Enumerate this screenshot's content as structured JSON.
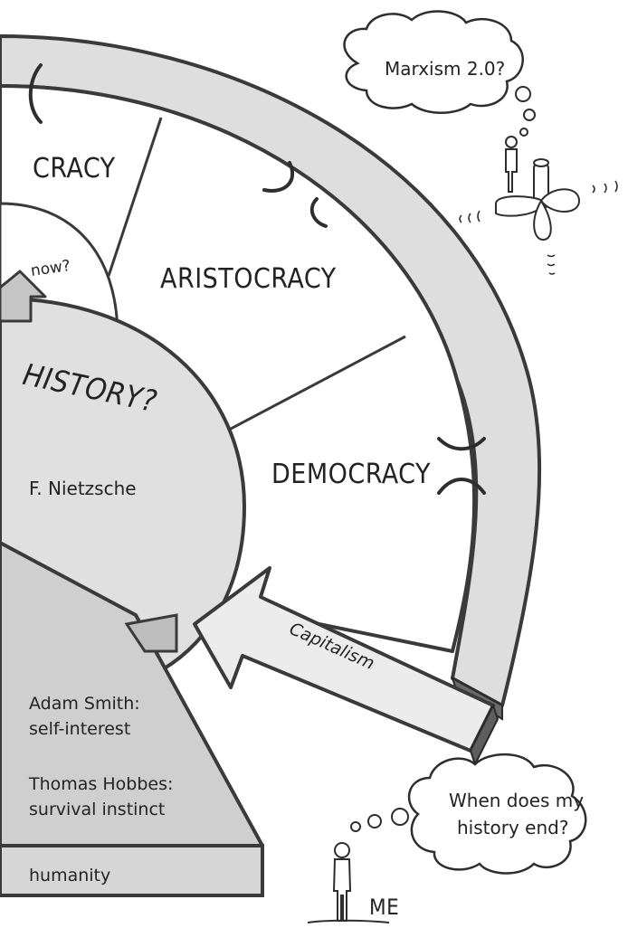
{
  "diagram": {
    "regimes": [
      {
        "id": "cracy",
        "label": "CRACY"
      },
      {
        "id": "aristocracy",
        "label": "ARISTOCRACY"
      },
      {
        "id": "democracy",
        "label": "DEMOCRACY"
      }
    ],
    "core": {
      "title": "HISTORY?",
      "subtitle": "F. Nietzsche",
      "now_label": "now?"
    },
    "arrow_label": "Capitalism",
    "base": {
      "label": "humanity",
      "notes": [
        {
          "line1": "Adam Smith:",
          "line2": "self-interest"
        },
        {
          "line1": "Thomas Hobbes:",
          "line2": "survival instinct"
        }
      ]
    },
    "thoughts": {
      "top": "Marxism 2.0?",
      "bottom_line1": "When does my",
      "bottom_line2": "history end?",
      "me_label": "ME"
    },
    "colors": {
      "fill": "#dcdcdc",
      "fill_dark": "#c9c9c9",
      "stroke": "#3a3a3a",
      "text": "#232323"
    }
  }
}
